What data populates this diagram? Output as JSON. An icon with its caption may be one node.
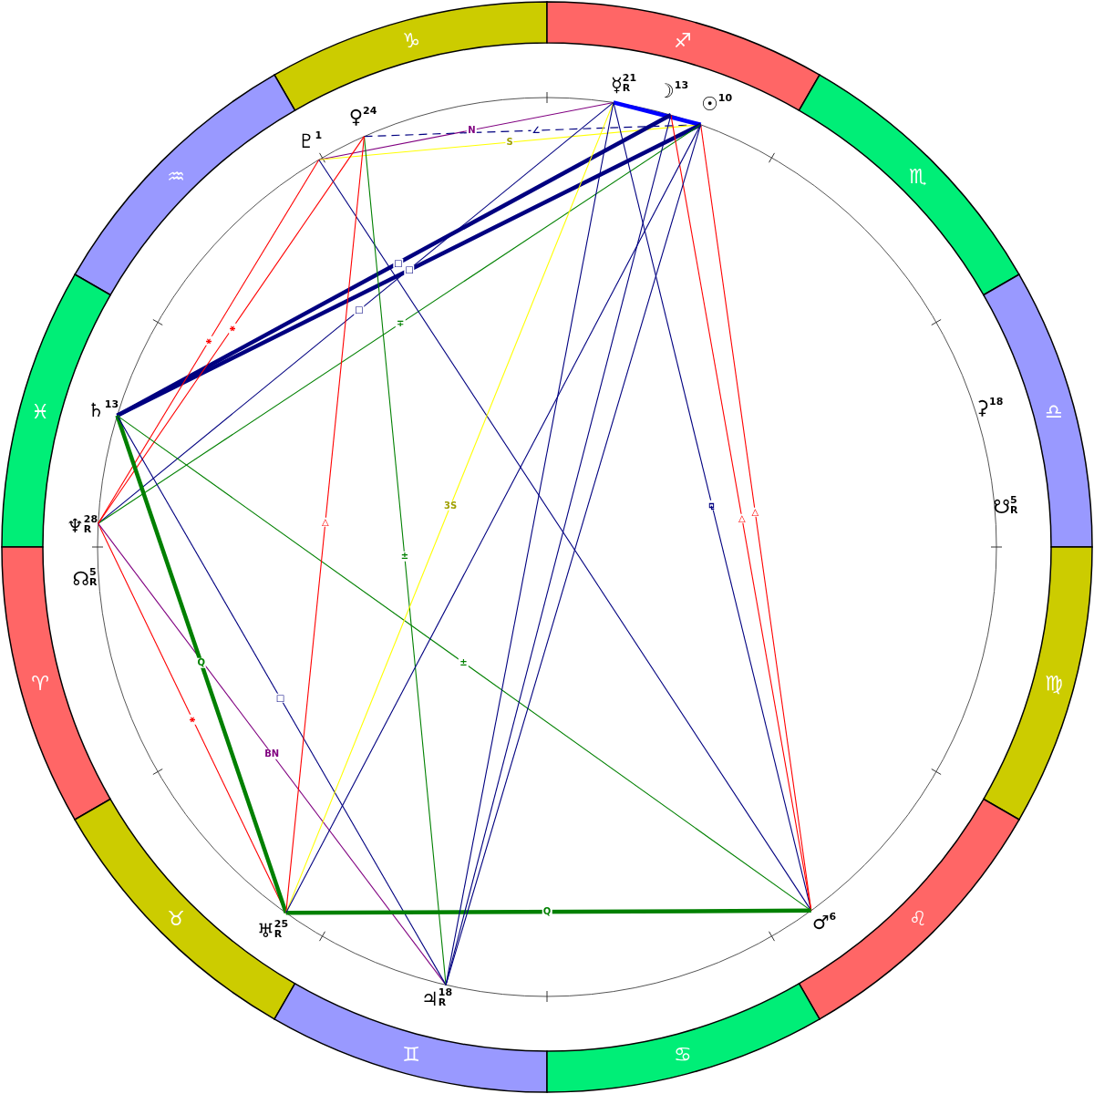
{
  "diagram": {
    "nodes": [
      {
        "text": [
          "♑"
        ]
      },
      {
        "text": [
          "♐"
        ]
      },
      {
        "text": [
          "♒"
        ]
      },
      {
        "text": [
          "♏"
        ]
      },
      {
        "text": [
          "♓"
        ]
      },
      {
        "text": [
          "♎"
        ]
      },
      {
        "text": [
          "♈"
        ]
      },
      {
        "text": [
          "♍"
        ]
      },
      {
        "text": [
          "♉"
        ]
      },
      {
        "text": [
          "♌"
        ]
      },
      {
        "text": [
          "♊"
        ]
      },
      {
        "text": [
          "♋"
        ]
      },
      {
        "text": [
          "☽$^{13}$"
        ]
      },
      {
        "text": [
          "☿$^{21}$$_{R}$"
        ]
      },
      {
        "text": [
          "☉$^{10}$"
        ]
      },
      {
        "text": [
          "♀$^{24}$"
        ]
      },
      {
        "text": [
          "♇$^{1}$"
        ]
      },
      {
        "text": [
          "⚳$^{18}$"
        ]
      },
      {
        "text": [
          "♄$^{13}$"
        ]
      },
      {
        "text": [
          "♆$^{28}$$_{R}$"
        ]
      },
      {
        "text": [
          "☋$^{5}$$_{R}$"
        ]
      },
      {
        "text": [
          "☊$^{5}$$_{R}$"
        ]
      },
      {
        "text": [
          "♅$^{25}$$_{R}$"
        ]
      },
      {
        "text": [
          "♂$^{6}$"
        ]
      },
      {
        "text": [
          "♃$^{18}$$_{R}$"
        ]
      }
    ],
    "edges": [
      {
        "from": 16,
        "to": 13,
        "arrow": "none",
        "label": "N",
        "color": "#800080"
      },
      {
        "from": 15,
        "to": 14,
        "arrow": "none",
        "label": "∠",
        "style": "dashed"
      },
      {
        "from": 16,
        "to": 14,
        "arrow": "none",
        "label": "S",
        "color": "#ffff00"
      },
      {
        "from": 13,
        "to": 14,
        "arrow": "none",
        "style": "thick",
        "color": "#0000ff"
      },
      {
        "from": 18,
        "to": 12,
        "arrow": "none",
        "label": "□",
        "style": "thick"
      },
      {
        "from": 18,
        "to": 14,
        "arrow": "none",
        "label": "□",
        "style": "thick"
      },
      {
        "from": 19,
        "to": 13,
        "arrow": "none",
        "label": "□"
      },
      {
        "from": 19,
        "to": 14,
        "arrow": "none",
        "label": "∓",
        "color": "#008000"
      },
      {
        "from": 16,
        "to": 19,
        "arrow": "none",
        "label": "⚹",
        "color": "#ff0000"
      },
      {
        "from": 15,
        "to": 19,
        "arrow": "none",
        "label": "⚹",
        "color": "#ff0000"
      },
      {
        "from": 19,
        "to": 22,
        "arrow": "none",
        "label": "⚹",
        "color": "#ff0000"
      },
      {
        "from": 19,
        "to": 24,
        "arrow": "none",
        "label": "BN",
        "color": "#800080"
      },
      {
        "from": 18,
        "to": 22,
        "arrow": "none",
        "label": "Q",
        "style": "thick",
        "color": "#008000"
      },
      {
        "from": 18,
        "to": 24,
        "arrow": "none",
        "label": "□"
      },
      {
        "from": 18,
        "to": 23,
        "arrow": "none",
        "label": "±",
        "color": "#008000"
      },
      {
        "from": 16,
        "to": 23,
        "arrow": "none"
      },
      {
        "from": 15,
        "to": 24,
        "arrow": "none",
        "label": "±",
        "color": "#008000"
      },
      {
        "from": 15,
        "to": 22,
        "arrow": "none",
        "label": "△",
        "color": "#ff0000"
      },
      {
        "from": 13,
        "to": 22,
        "arrow": "none",
        "label": "3S",
        "color": "#ffff00"
      },
      {
        "from": 13,
        "to": 23,
        "arrow": "none",
        "label": "⚼"
      },
      {
        "from": 14,
        "to": 23,
        "arrow": "none",
        "label": "△",
        "color": "#ff0000"
      },
      {
        "from": 12,
        "to": 23,
        "arrow": "none",
        "label": "△",
        "color": "#ff0000"
      },
      {
        "from": 22,
        "to": 23,
        "arrow": "none",
        "label": "Q",
        "style": "thick",
        "color": "#008000"
      },
      {
        "from": 13,
        "to": 24,
        "arrow": "none"
      },
      {
        "from": 12,
        "to": 24,
        "arrow": "none"
      },
      {
        "from": 14,
        "to": 24,
        "arrow": "none"
      },
      {
        "from": 22,
        "to": 14,
        "arrow": "none"
      }
    ]
  }
}
